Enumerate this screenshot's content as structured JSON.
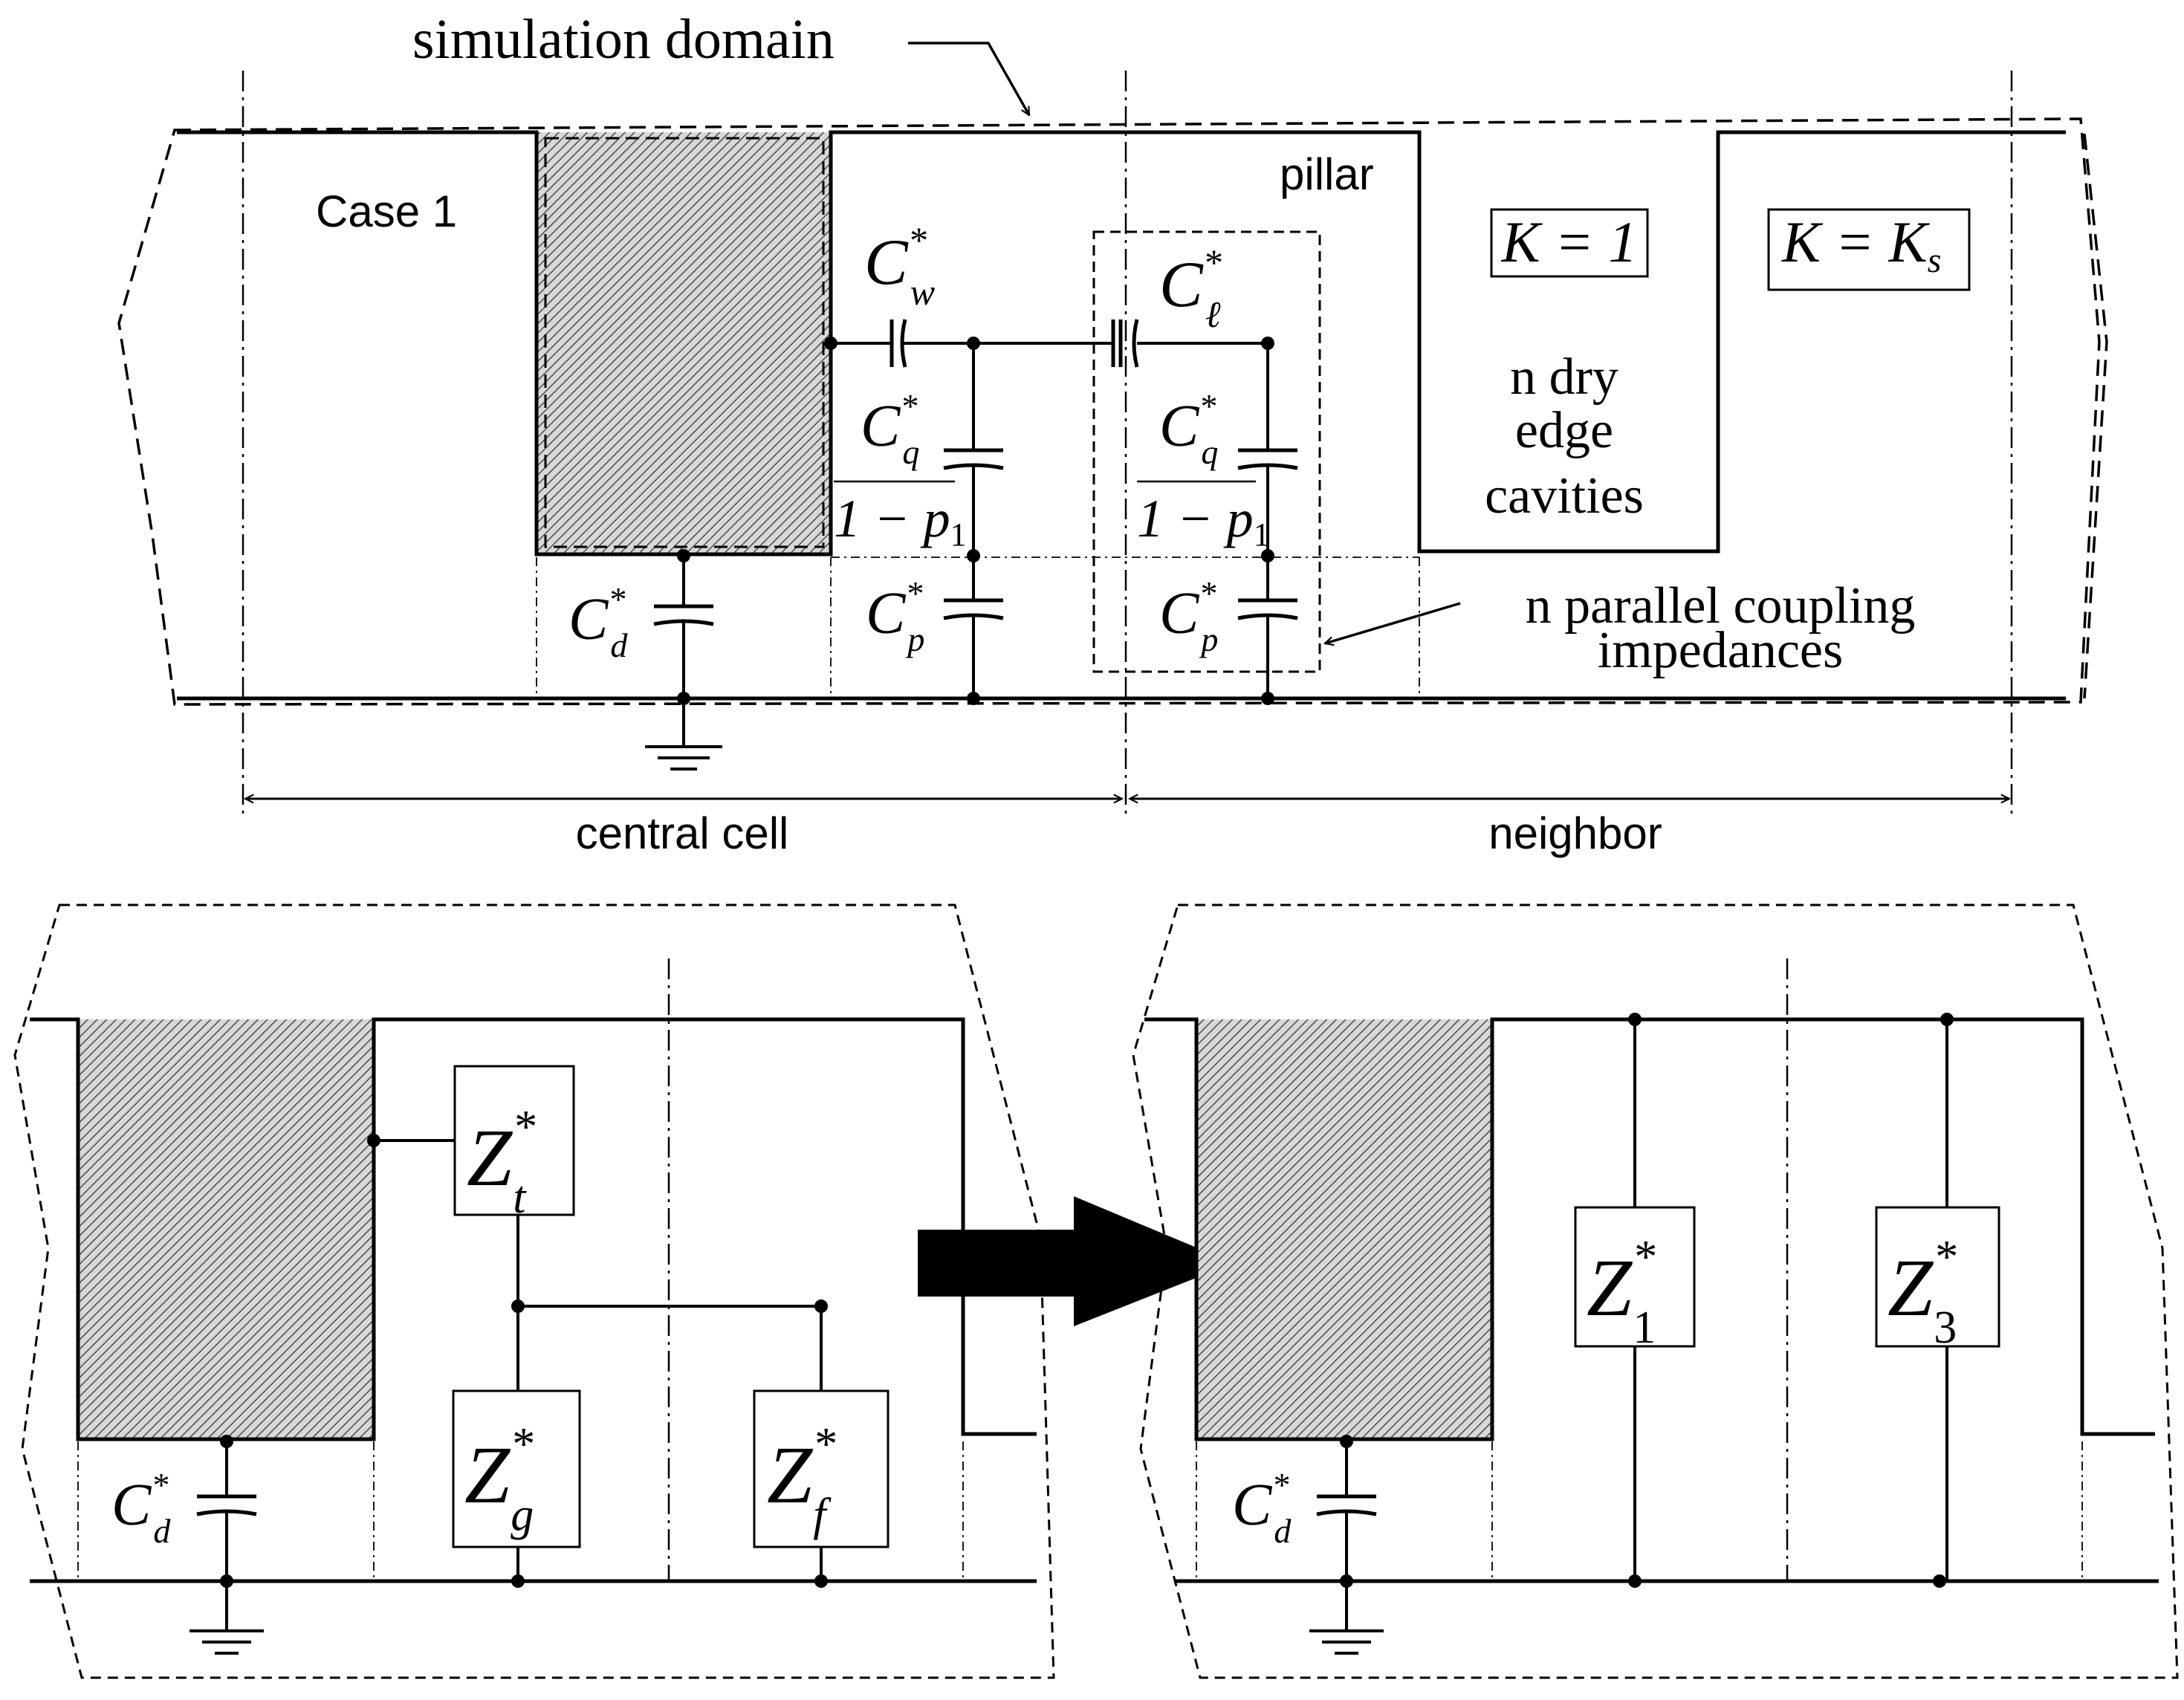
{
  "top": {
    "title_label": "simulation domain",
    "case_label": "Case 1",
    "pillar_label": "pillar",
    "k1_label": "K = 1",
    "ks_label": "K = K",
    "ks_sub": "s",
    "dry_line1": "n dry",
    "dry_line2": "edge",
    "dry_line3": "cavities",
    "coupling_line1": "n parallel coupling",
    "coupling_line2": "impedances",
    "central_label": "central cell",
    "neighbor_label": "neighbor",
    "cap_w": {
      "main": "C",
      "sup": "*",
      "sub": "w"
    },
    "cap_l": {
      "main": "C",
      "sup": "*",
      "sub": "ℓ"
    },
    "cap_q1": {
      "main": "C",
      "sup": "*",
      "sub": "q"
    },
    "cap_q2": {
      "main": "C",
      "sup": "*",
      "sub": "q"
    },
    "cap_p1": {
      "main": "C",
      "sup": "*",
      "sub": "p"
    },
    "cap_p2": {
      "main": "C",
      "sup": "*",
      "sub": "p"
    },
    "cap_d": {
      "main": "C",
      "sup": "*",
      "sub": "d"
    },
    "frac1": {
      "text": "1 − p",
      "sub": "1"
    },
    "frac2": {
      "text": "1 − p",
      "sub": "1"
    }
  },
  "bottom_left": {
    "zt": {
      "main": "Z",
      "sup": "*",
      "sub": "t"
    },
    "zg": {
      "main": "Z",
      "sup": "*",
      "sub": "g"
    },
    "zf": {
      "main": "Z",
      "sup": "*",
      "sub": "f"
    },
    "cap_d": {
      "main": "C",
      "sup": "*",
      "sub": "d"
    }
  },
  "bottom_right": {
    "z1": {
      "main": "Z",
      "sup": "*",
      "sub": "1"
    },
    "z3": {
      "main": "Z",
      "sup": "*",
      "sub": "3"
    },
    "cap_d": {
      "main": "C",
      "sup": "*",
      "sub": "d"
    }
  }
}
